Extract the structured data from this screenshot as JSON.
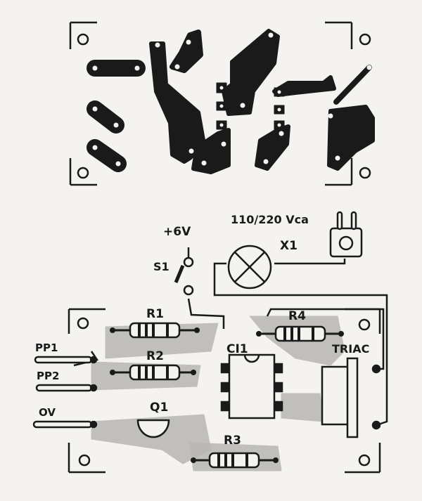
{
  "colors": {
    "paper": "#f4f3f0",
    "ink": "#1a1a1a",
    "copper_shade": "#b9b7b3"
  },
  "labels": {
    "mains": "110/220 Vca",
    "x1": "X1",
    "plus6v": "+6V",
    "s1": "S1",
    "r1": "R1",
    "r2": "R2",
    "r3": "R3",
    "r4": "R4",
    "ci1": "CI1",
    "triac": "TRIAC",
    "q1": "Q1",
    "pp1": "PP1",
    "pp2": "PP2",
    "ov": "OV"
  }
}
